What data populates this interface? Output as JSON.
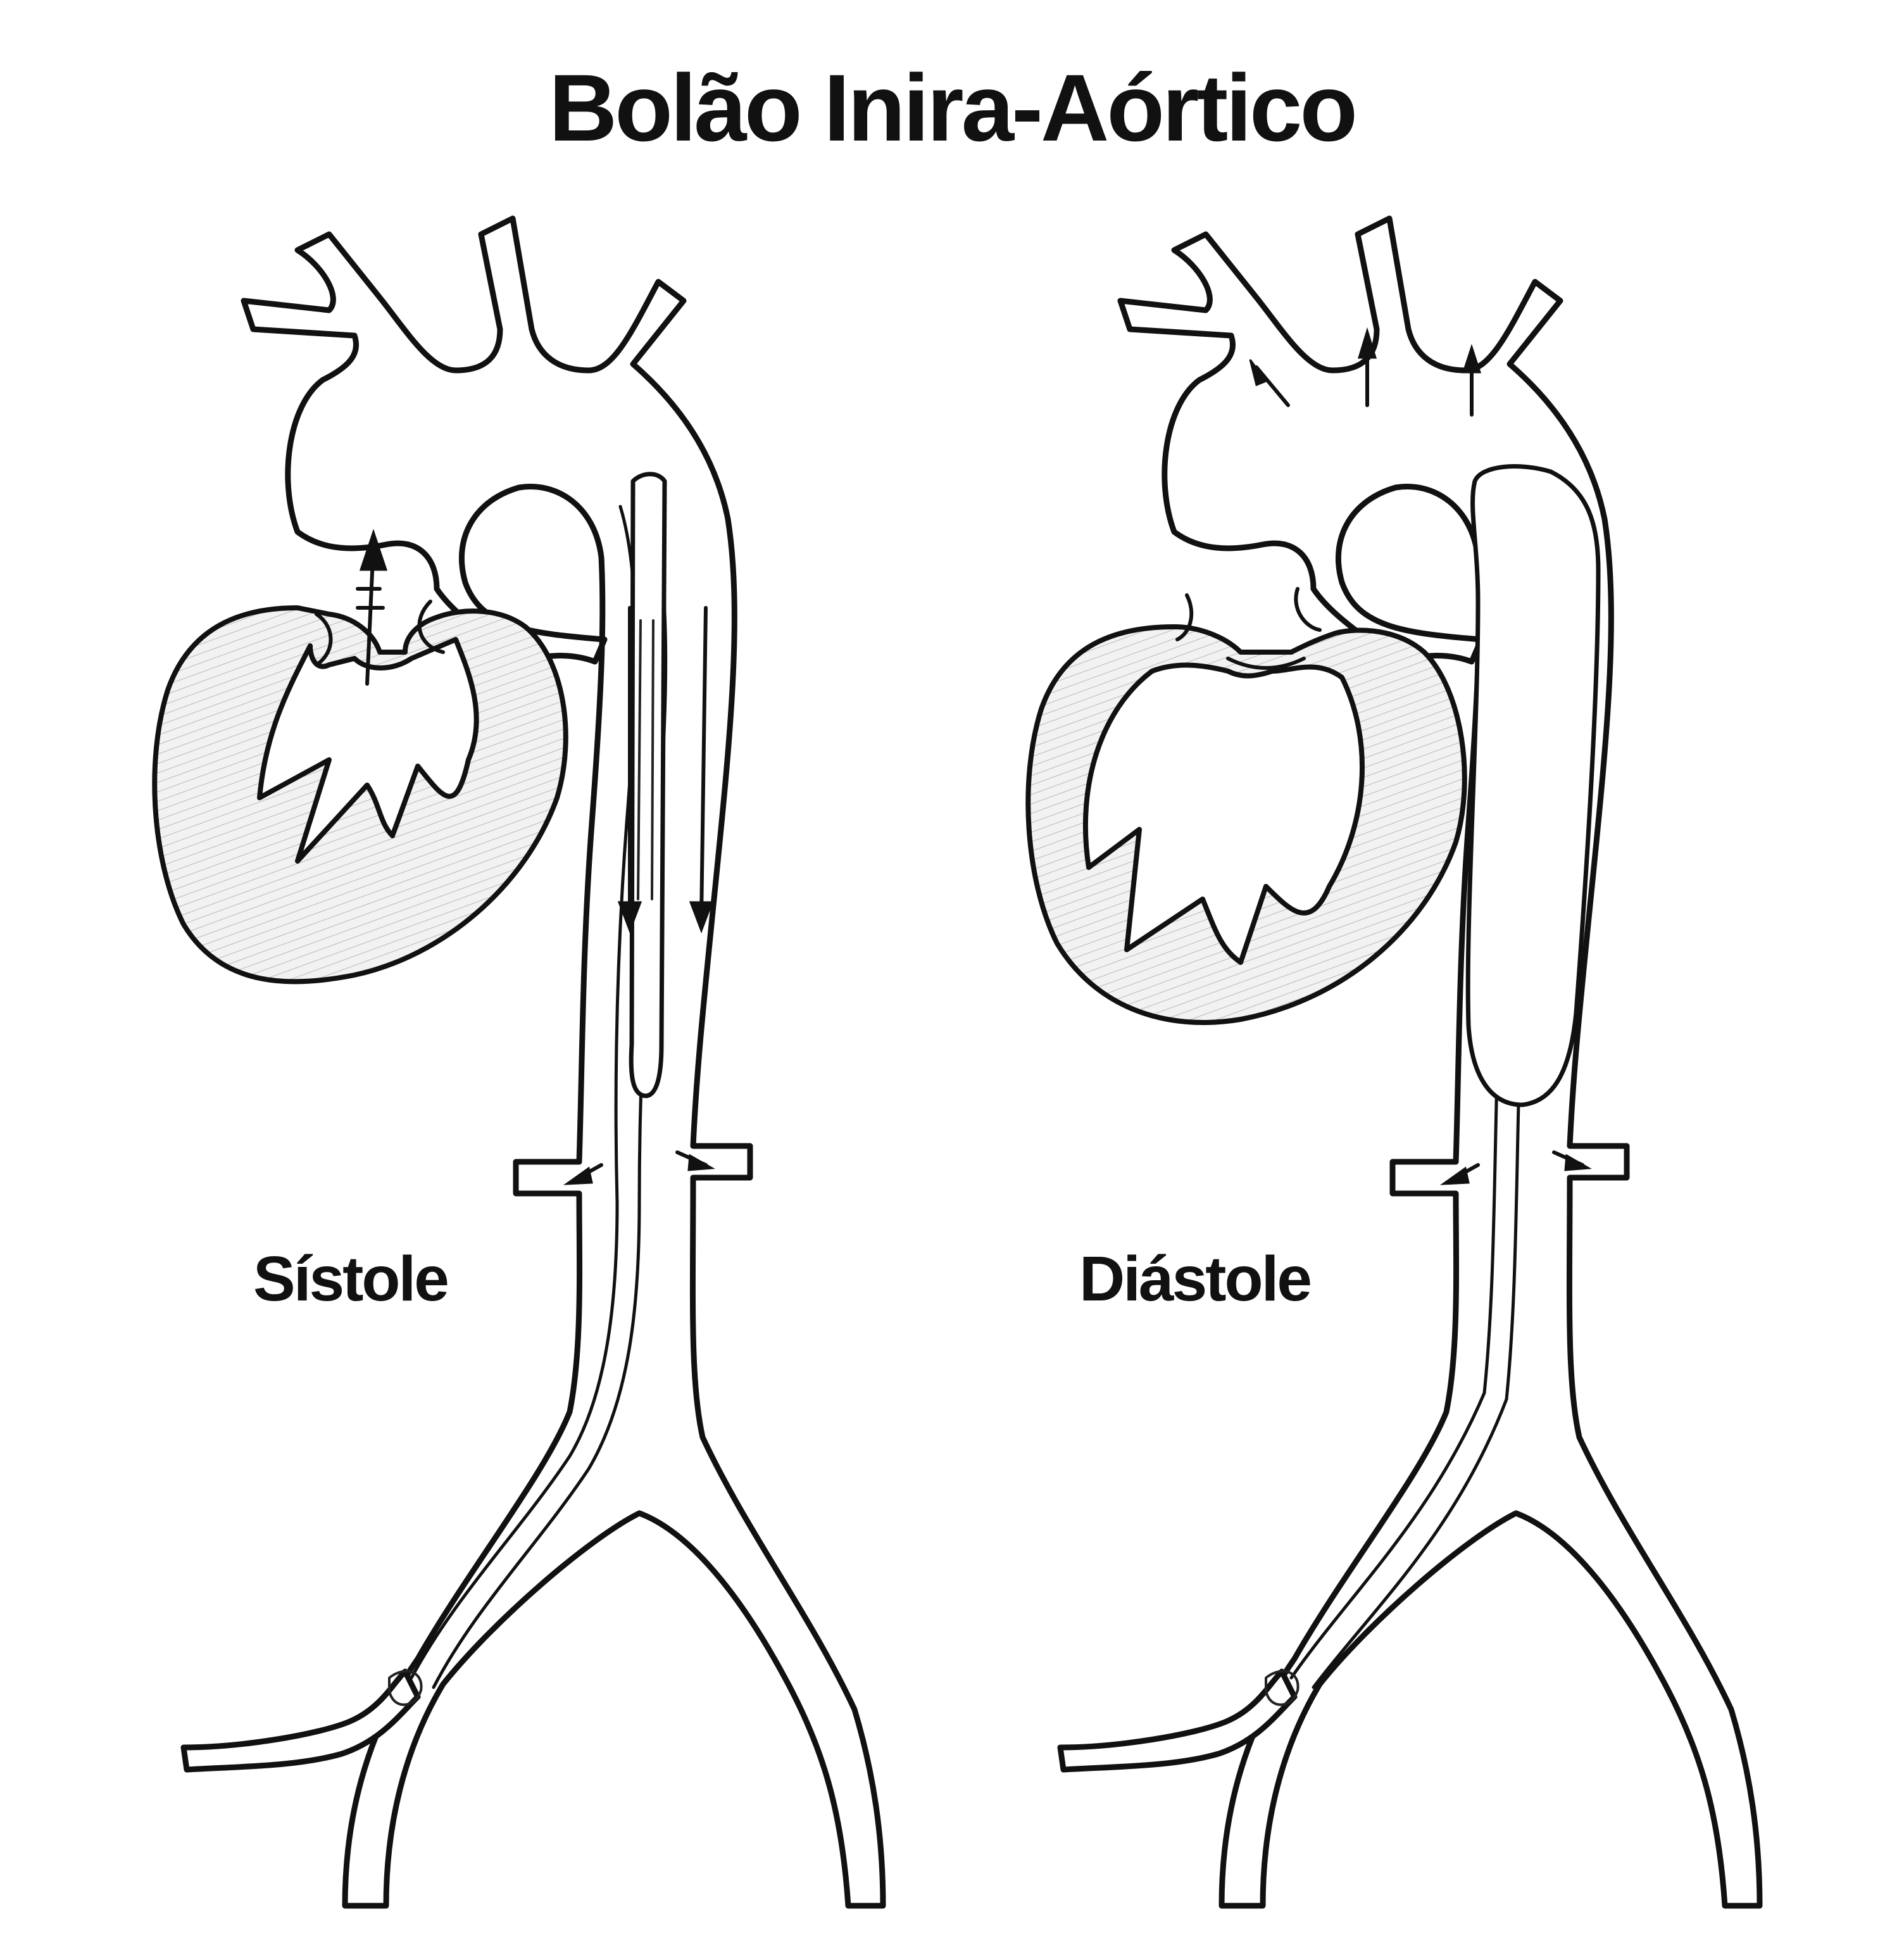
{
  "title": "Bolão Inira-Aórtico",
  "panels": [
    {
      "label": "Sístole"
    },
    {
      "label": "Diástole"
    }
  ]
}
